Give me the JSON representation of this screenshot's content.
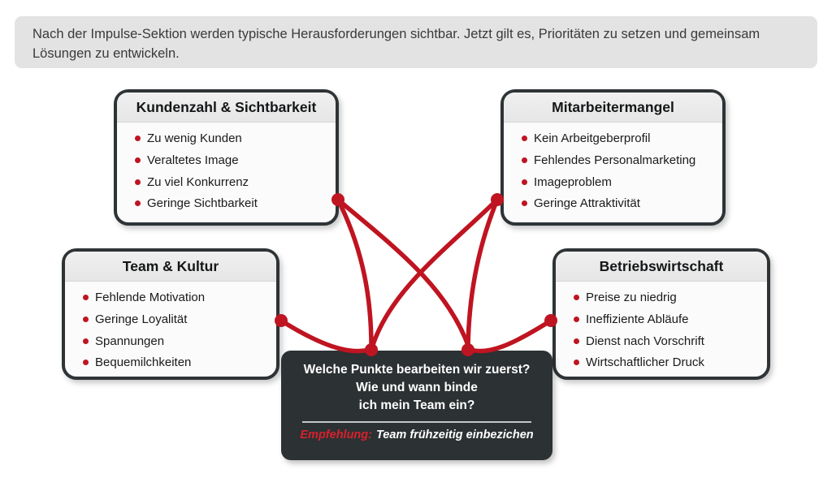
{
  "banner": {
    "text": "Nach der Impulse-Sektion werden typische Herausforderungen sichtbar. Jetzt gilt es, Prioritäten zu setzen und gemeinsam Lösungen zu entwickeln."
  },
  "boxes": [
    {
      "title": "Kundenzahl & Sichtbarkeit",
      "items": [
        "Zu wenig Kunden",
        "Veraltetes Image",
        "Zu viel Konkurrenz",
        "Geringe Sichtbarkeit"
      ]
    },
    {
      "title": "Mitarbeitermangel",
      "items": [
        "Kein Arbeitgeberprofil",
        "Fehlendes Personalmarketing",
        "Imageproblem",
        "Geringe Attraktivität"
      ]
    },
    {
      "title": "Team & Kultur",
      "items": [
        "Fehlende Motivation",
        "Geringe Loyalität",
        "Spannungen",
        "Bequemilchkeiten"
      ]
    },
    {
      "title": "Betriebswirtschaft",
      "items": [
        "Preise zu niedrig",
        "Ineffiziente Abläufe",
        "Dienst nach Vorschrift",
        "Wirtschaftlicher Druck"
      ]
    }
  ],
  "center_box": {
    "lines": [
      "Welche Punkte bearbeiten wir zuerst?",
      "Wie und wann binde",
      "ich mein Team ein?"
    ],
    "recommendation_label": "Empfehlung:",
    "recommendation_text": "Team frühzeitig einbezichen"
  },
  "colors": {
    "accent_red": "#bf1421",
    "dark_box": "#2c3133",
    "banner_bg": "#e4e3e4",
    "box_border": "#2e3336"
  }
}
